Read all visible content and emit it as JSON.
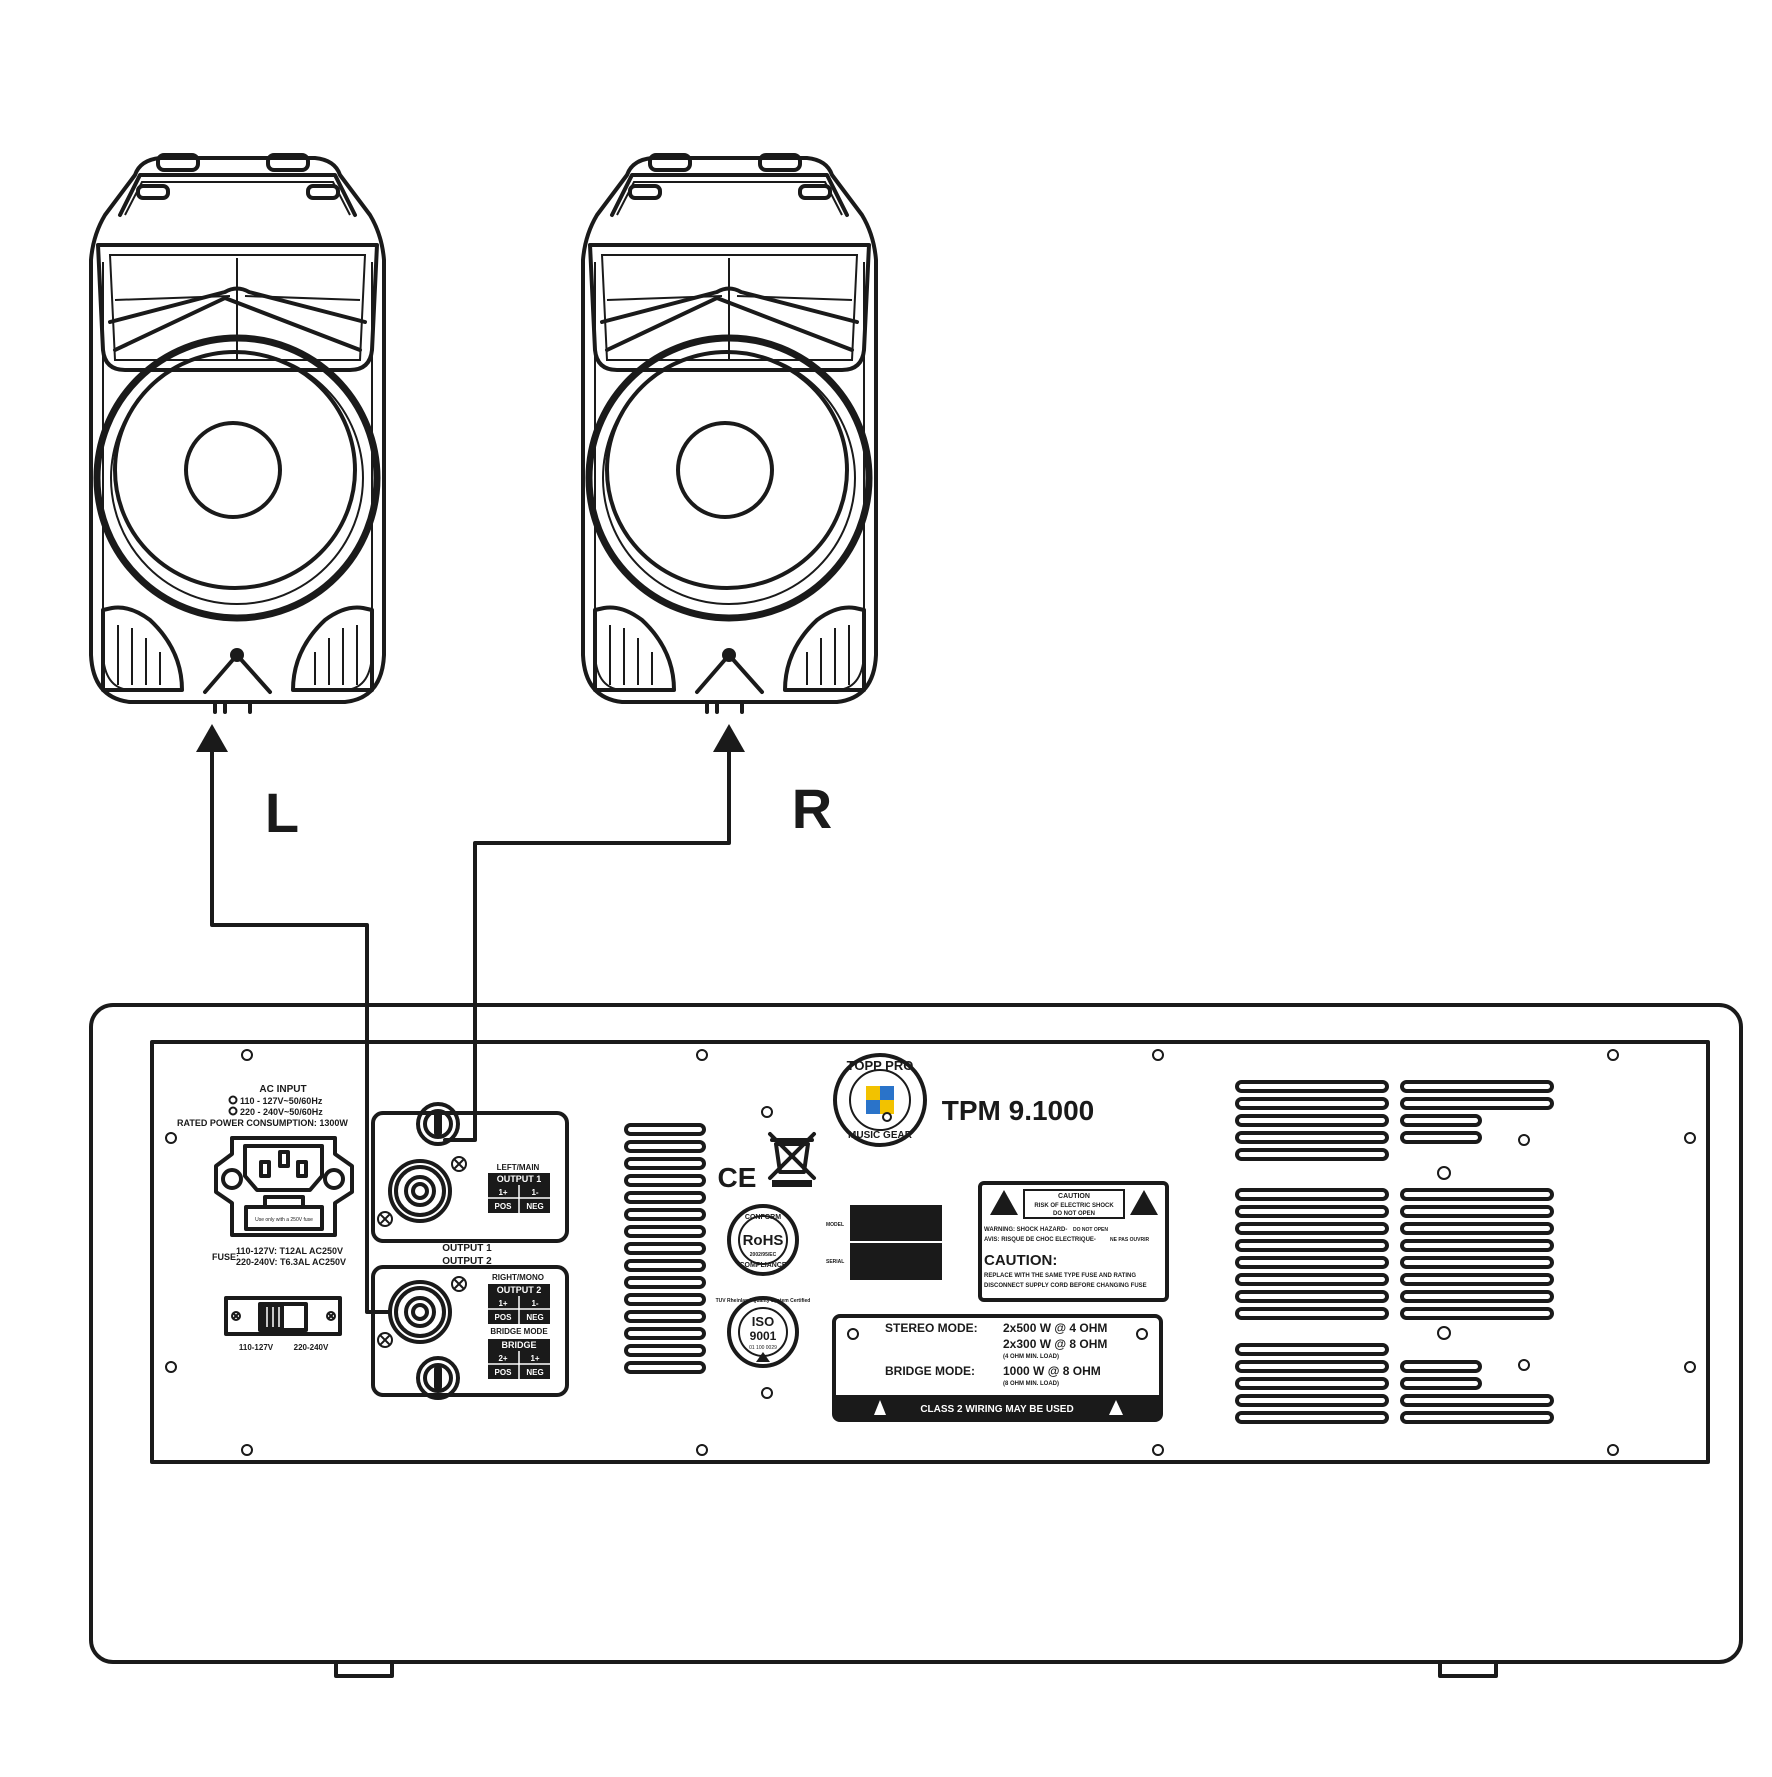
{
  "speakers": {
    "left_label": "L",
    "right_label": "R"
  },
  "amp": {
    "model": "TPM 9.1000",
    "ac_input": {
      "title": "AC INPUT",
      "opt1": "110 - 127V~50/60Hz",
      "opt2": "220 - 240V~50/60Hz",
      "rated": "RATED POWER CONSUMPTION: 1300W",
      "fuse_label": "FUSE:",
      "fuse1": "110-127V: T12AL AC250V",
      "fuse2": "220-240V: T6.3AL AC250V",
      "iec_note": "Use only with a 250V fuse"
    },
    "voltage_switch": {
      "left": "110-127V",
      "right": "220-240V"
    },
    "output1": {
      "section": "OUTPUT 1",
      "mode": "LEFT/MAIN",
      "header": "OUTPUT 1",
      "c1": "1+",
      "c2": "1-",
      "p1": "POS",
      "p2": "NEG"
    },
    "output2": {
      "section": "OUTPUT 2",
      "mode": "RIGHT/MONO",
      "header": "OUTPUT 2",
      "c1": "1+",
      "c2": "1-",
      "p1": "POS",
      "p2": "NEG",
      "bridge_mode": "BRIDGE MODE",
      "bridge_header": "BRIDGE",
      "b1": "2+",
      "b2": "1+",
      "bp1": "POS",
      "bp2": "NEG"
    },
    "logo": {
      "top": "TOPP PRO",
      "bottom": "MUSIC GEAR"
    },
    "marks": {
      "ce": "CE",
      "rohs": "RoHS",
      "rohs_top": "CONFORM",
      "rohs_bottom": "COMPLIANCE",
      "rohs_code": "2002/95/EC",
      "iso": "ISO",
      "iso_num": "9001",
      "iso_ring": "TUV Rheinland Quality System Certified",
      "iso_code": "01 100 0029"
    },
    "id_plate": {
      "model": "MODEL",
      "serial": "SERIAL"
    },
    "caution": {
      "header1": "CAUTION",
      "header2": "RISK OF ELECTRIC SHOCK",
      "header3": "DO NOT OPEN",
      "warning": "WARNING: SHOCK HAZARD-",
      "warning_tail": "DO NOT OPEN",
      "avis": "AVIS: RISQUE DE CHOC ELECTRIQUE-",
      "avis_tail": "NE PAS OUVRIR",
      "title": "CAUTION:",
      "line1": "REPLACE WITH THE SAME TYPE FUSE AND RATING",
      "line2": "DISCONNECT SUPPLY CORD BEFORE CHANGING FUSE"
    },
    "specs": {
      "stereo_label": "STEREO MODE:",
      "stereo1": "2x500 W @ 4 OHM",
      "stereo2": "2x300 W @ 8 OHM",
      "stereo_note": "(4 OHM MIN. LOAD)",
      "bridge_label": "BRIDGE MODE:",
      "bridge1": "1000 W @ 8 OHM",
      "bridge_note": "(8 OHM MIN. LOAD)",
      "footer": "CLASS 2 WIRING MAY BE USED"
    }
  }
}
